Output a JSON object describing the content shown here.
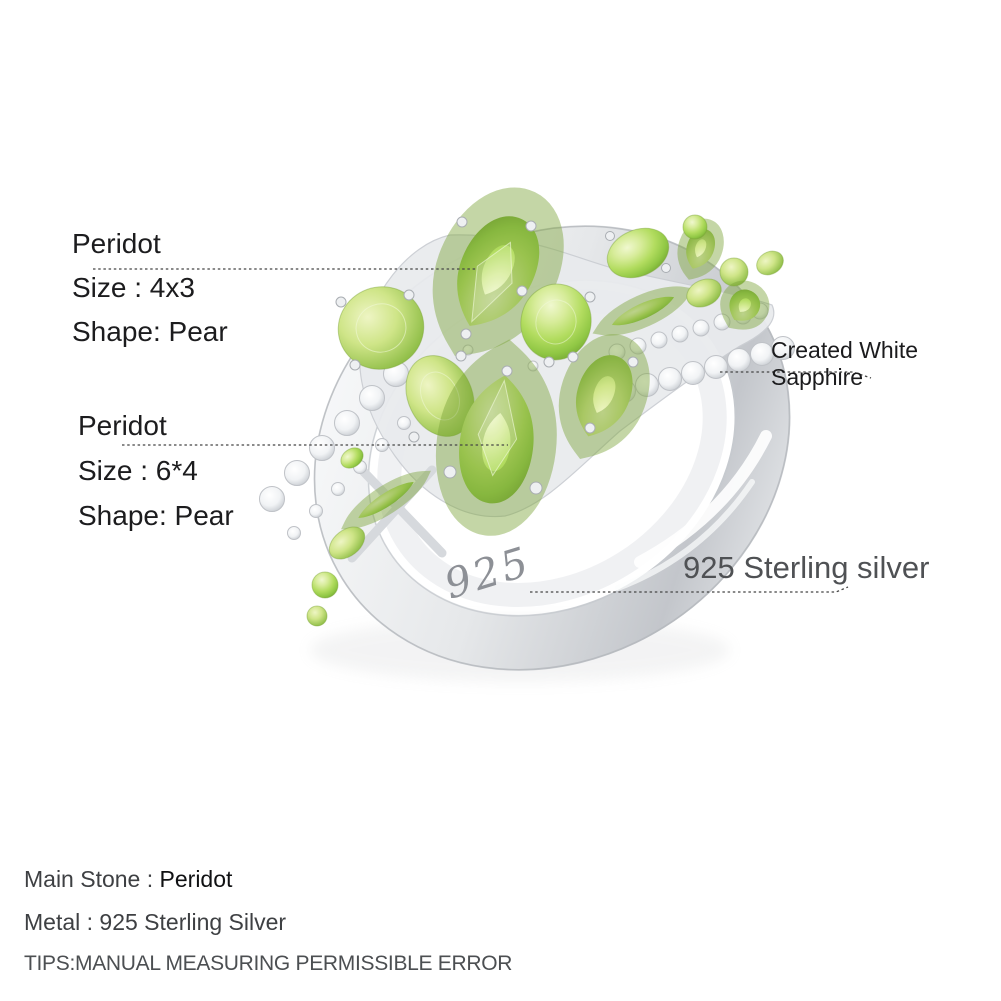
{
  "product_image": {
    "type": "annotated ring photo",
    "engraving": "925"
  },
  "annotations": {
    "stone1": {
      "name": "Peridot",
      "size": "Size : 4x3",
      "shape": "Shape: Pear"
    },
    "stone2": {
      "name": "Peridot",
      "size": "Size : 6*4",
      "shape": "Shape: Pear"
    },
    "side_stone": {
      "label": "Created White Sapphire"
    },
    "metal": {
      "label": "925 Sterling silver"
    }
  },
  "footer": {
    "line1_label": "Main Stone : ",
    "line1_value": "Peridot",
    "line2": "Metal : 925 Sterling Silver",
    "line3": "TIPS:MANUAL MEASURING PERMISSIBLE ERROR"
  },
  "colors": {
    "background": "#ffffff",
    "peridot_green": "#a9d455",
    "peridot_light": "#e9f6c3",
    "silver_metal": "#d9dcdf",
    "white_sapphire": "#f4f6f8",
    "label_text": "#1c1c1e",
    "secondary_text": "#4f5154",
    "leader_line": "#454545"
  }
}
